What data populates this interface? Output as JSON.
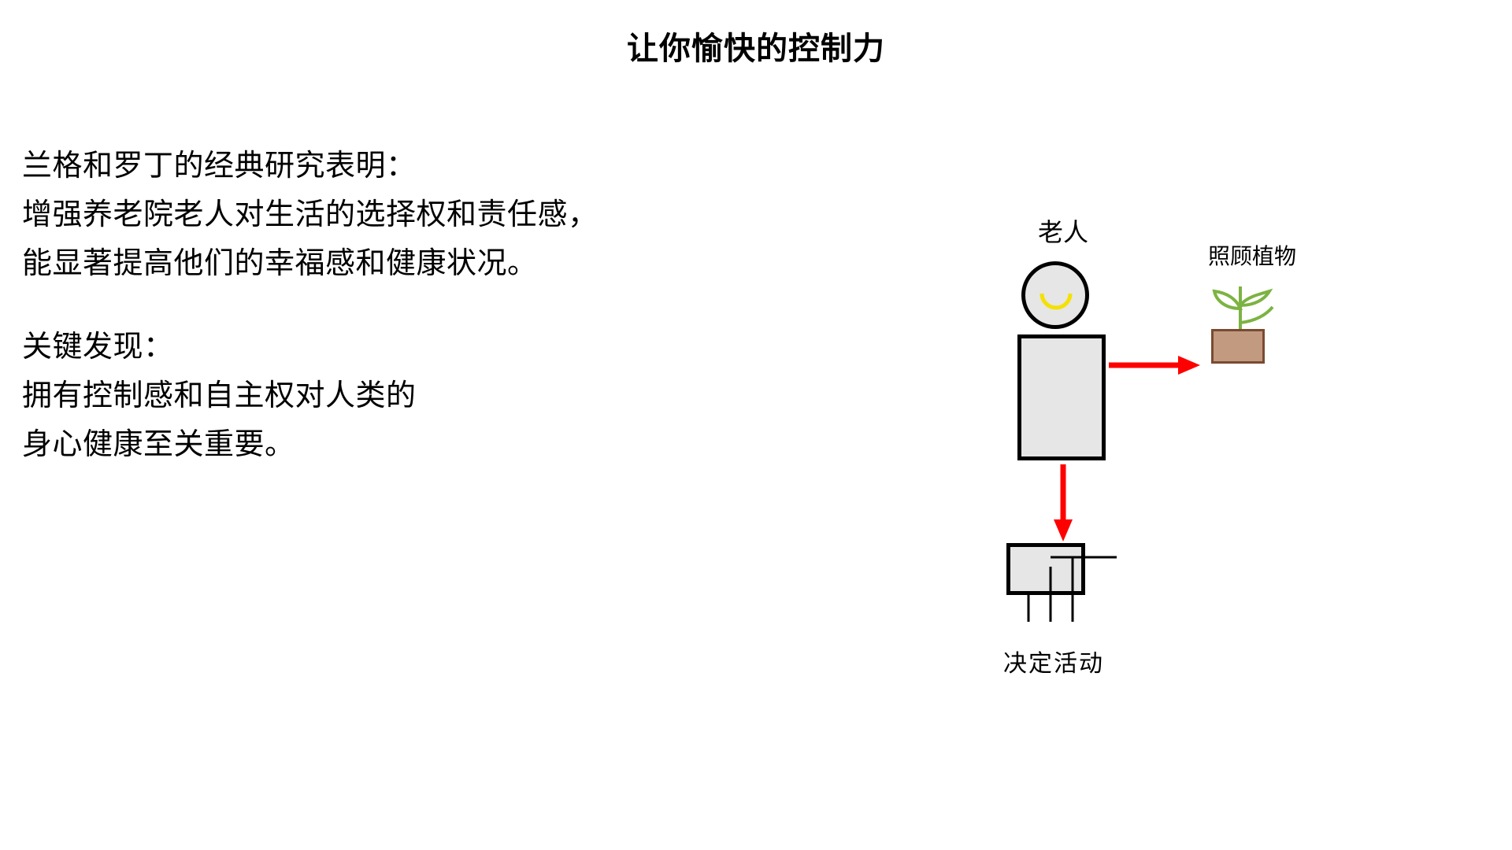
{
  "slide": {
    "background_color": "#ffffff",
    "title": "让你愉快的控制力"
  },
  "body_text": {
    "paragraphs": [
      {
        "lines": [
          "兰格和罗丁的经典研究表明：",
          "增强养老院老人对生活的选择权和责任感，",
          "能显著提高他们的幸福感和健康状况。"
        ]
      },
      {
        "lines": [
          "关键发现：",
          "拥有控制感和自主权对人类的",
          "身心健康至关重要。"
        ]
      }
    ]
  },
  "diagram": {
    "person_label": "老人",
    "plant_label": "照顾植物",
    "activity_label": "决定活动",
    "colors": {
      "figure_fill": "#e6e6e6",
      "figure_stroke": "#000000",
      "smile": "#f5e000",
      "arrow": "#ff0000",
      "pot_fill": "#c29a80",
      "pot_stroke": "#7a4a32",
      "leaf": "#7cb342"
    }
  }
}
